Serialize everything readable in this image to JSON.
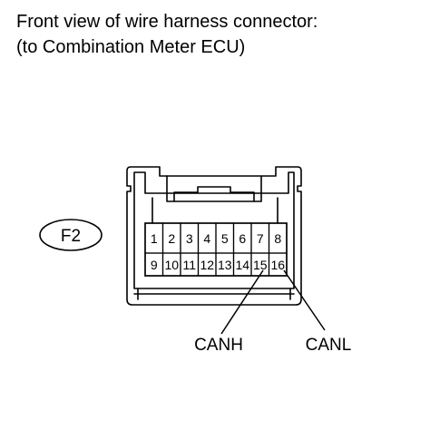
{
  "header": {
    "line1": "Front view of wire harness connector:",
    "line2": "(to Combination Meter ECU)"
  },
  "connector": {
    "code": "F2",
    "pins_row1": [
      "1",
      "2",
      "3",
      "4",
      "5",
      "6",
      "7",
      "8"
    ],
    "pins_row2": [
      "9",
      "10",
      "11",
      "12",
      "13",
      "14",
      "15",
      "16"
    ]
  },
  "callouts": [
    {
      "pin": "15",
      "label": "CANH"
    },
    {
      "pin": "16",
      "label": "CANL"
    }
  ]
}
